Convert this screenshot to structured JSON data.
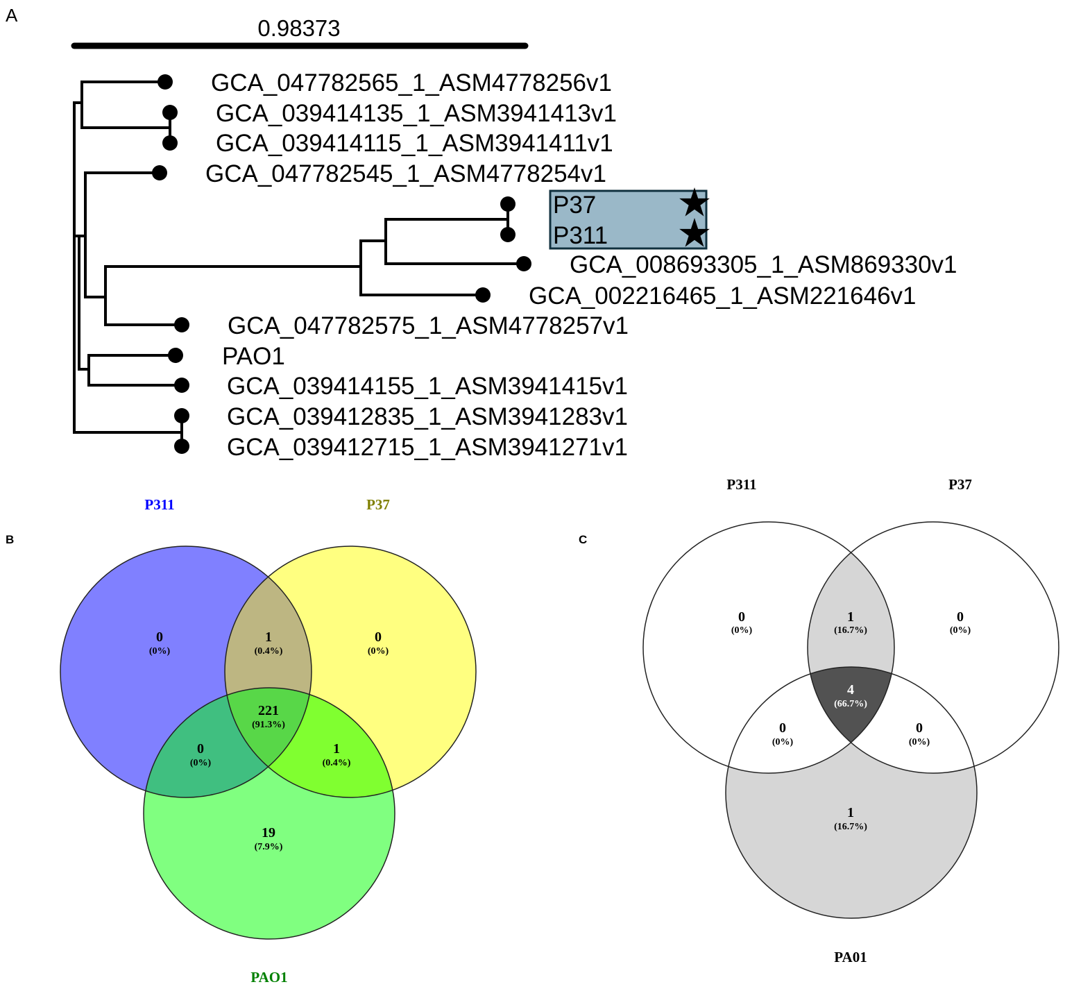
{
  "panels": {
    "a": "A",
    "b": "B",
    "c": "C"
  },
  "tree": {
    "scale_label": "0.98373",
    "highlight_color": "#9ab8c8",
    "leaves": [
      "GCA_047782565_1_ASM4778256v1",
      "GCA_039414135_1_ASM3941413v1",
      "GCA_039414115_1_ASM3941411v1",
      "GCA_047782545_1_ASM4778254v1",
      "P37",
      "P311",
      "GCA_008693305_1_ASM869330v1",
      "GCA_002216465_1_ASM221646v1",
      "GCA_047782575_1_ASM4778257v1",
      "PAO1",
      "GCA_039414155_1_ASM3941415v1",
      "GCA_039412835_1_ASM3941283v1",
      "GCA_039412715_1_ASM3941271v1"
    ],
    "marker_icon": "star-icon"
  },
  "venn_b": {
    "sets": [
      {
        "name": "P311",
        "color": "#0000ff",
        "fill": "#8080ff"
      },
      {
        "name": "P37",
        "color": "#808000",
        "fill": "#ffff80"
      },
      {
        "name": "PAO1",
        "color": "#008000",
        "fill": "#80ff80"
      }
    ],
    "regions": [
      {
        "count": "0",
        "pct": "(0%)"
      },
      {
        "count": "1",
        "pct": "(0.4%)"
      },
      {
        "count": "0",
        "pct": "(0%)"
      },
      {
        "count": "221",
        "pct": "(91.3%)"
      },
      {
        "count": "0",
        "pct": "(0%)"
      },
      {
        "count": "1",
        "pct": "(0.4%)"
      },
      {
        "count": "19",
        "pct": "(7.9%)"
      }
    ]
  },
  "venn_c": {
    "sets": [
      {
        "name": "P311"
      },
      {
        "name": "P37"
      },
      {
        "name": "PA01"
      }
    ],
    "regions": [
      {
        "count": "0",
        "pct": "(0%)"
      },
      {
        "count": "1",
        "pct": "(16.7%)"
      },
      {
        "count": "0",
        "pct": "(0%)"
      },
      {
        "count": "4",
        "pct": "(66.7%)"
      },
      {
        "count": "0",
        "pct": "(0%)"
      },
      {
        "count": "0",
        "pct": "(0%)"
      },
      {
        "count": "1",
        "pct": "(16.7%)"
      }
    ]
  }
}
